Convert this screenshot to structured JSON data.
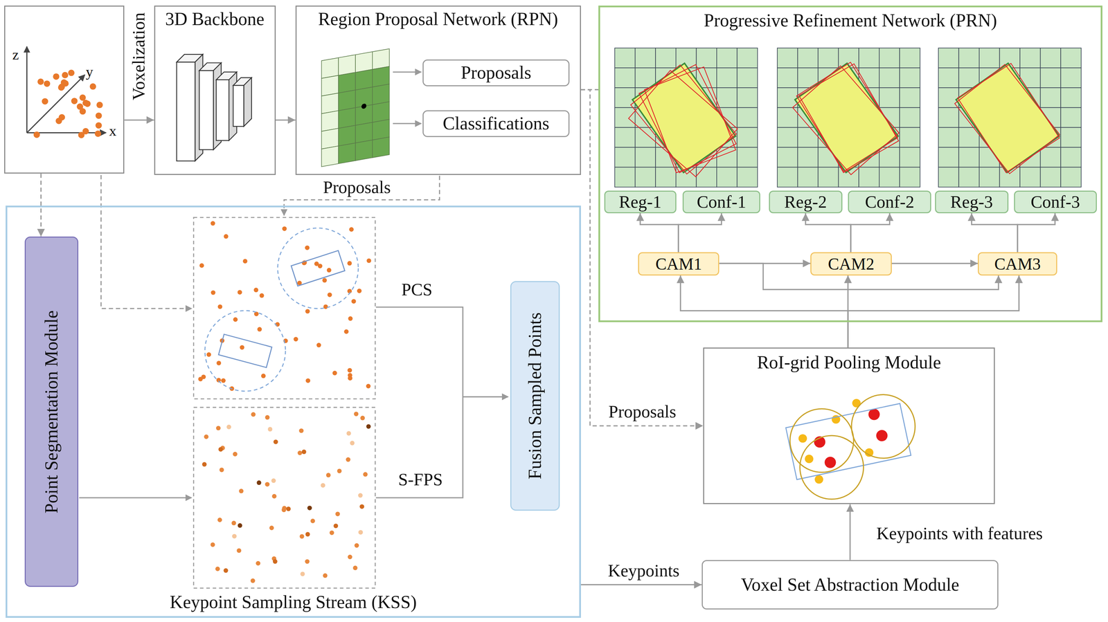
{
  "diagram": {
    "nodes": [
      {
        "text": [
          "z",
          "y",
          "x"
        ]
      },
      {
        "text": [
          "3D Backbone"
        ]
      },
      {
        "text": [
          "Region Proposal Network (RPN)"
        ]
      },
      {
        "text": [
          "Proposals"
        ],
        "in": 2
      },
      {
        "text": [
          "Classifications"
        ],
        "in": 2
      },
      {
        "text": [
          "Progressive Refinement Network (PRN)"
        ]
      },
      {
        "text": [
          "Reg-1"
        ],
        "in": 5
      },
      {
        "text": [
          "Conf-1"
        ],
        "in": 5
      },
      {
        "text": [
          "Reg-2"
        ],
        "in": 5
      },
      {
        "text": [
          "Conf-2"
        ],
        "in": 5
      },
      {
        "text": [
          "Reg-3"
        ],
        "in": 5
      },
      {
        "text": [
          "Conf-3"
        ],
        "in": 5
      },
      {
        "text": [
          "CAM1"
        ],
        "in": 5
      },
      {
        "text": [
          "CAM2"
        ],
        "in": 5
      },
      {
        "text": [
          "CAM3"
        ],
        "in": 5
      },
      {
        "text": [
          "Keypoint Sampling Stream (KSS)"
        ]
      },
      {
        "text": [
          "Point Segmentation Module"
        ],
        "in": 15
      },
      {
        "text": [
          "Fusion Sampled Points"
        ],
        "in": 15
      },
      {
        "text": [
          "RoI-grid Pooling Module"
        ]
      },
      {
        "text": [
          "Voxel Set Abstraction Module"
        ]
      }
    ],
    "edges": [
      {
        "from": 0,
        "to": 1,
        "arrow": "to",
        "label": "Voxelization"
      },
      {
        "from": 1,
        "to": 2,
        "arrow": "to"
      },
      {
        "from": 2,
        "to": 5,
        "arrow": "none"
      },
      {
        "from": 2,
        "to": 18,
        "arrow": "to",
        "label": "Proposals"
      },
      {
        "from": 0,
        "to": 16,
        "arrow": "to"
      },
      {
        "from": 18,
        "to": 12,
        "arrow": "to"
      },
      {
        "from": 18,
        "to": 13,
        "arrow": "to"
      },
      {
        "from": 18,
        "to": 14,
        "arrow": "to"
      },
      {
        "from": 12,
        "to": 13,
        "arrow": "to"
      },
      {
        "from": 12,
        "to": 14,
        "arrow": "to"
      },
      {
        "from": 13,
        "to": 14,
        "arrow": "to"
      },
      {
        "from": 12,
        "to": 6,
        "arrow": "to"
      },
      {
        "from": 12,
        "to": 7,
        "arrow": "to"
      },
      {
        "from": 13,
        "to": 8,
        "arrow": "to"
      },
      {
        "from": 13,
        "to": 9,
        "arrow": "to"
      },
      {
        "from": 14,
        "to": 10,
        "arrow": "to"
      },
      {
        "from": 14,
        "to": 11,
        "arrow": "to"
      },
      {
        "from": 15,
        "to": 19,
        "arrow": "to",
        "label": "Keypoints"
      },
      {
        "from": 19,
        "to": 18,
        "arrow": "to",
        "label": "Keypoints with features"
      }
    ],
    "labels": [
      "Proposals",
      "PCS",
      "S-FPS"
    ]
  }
}
